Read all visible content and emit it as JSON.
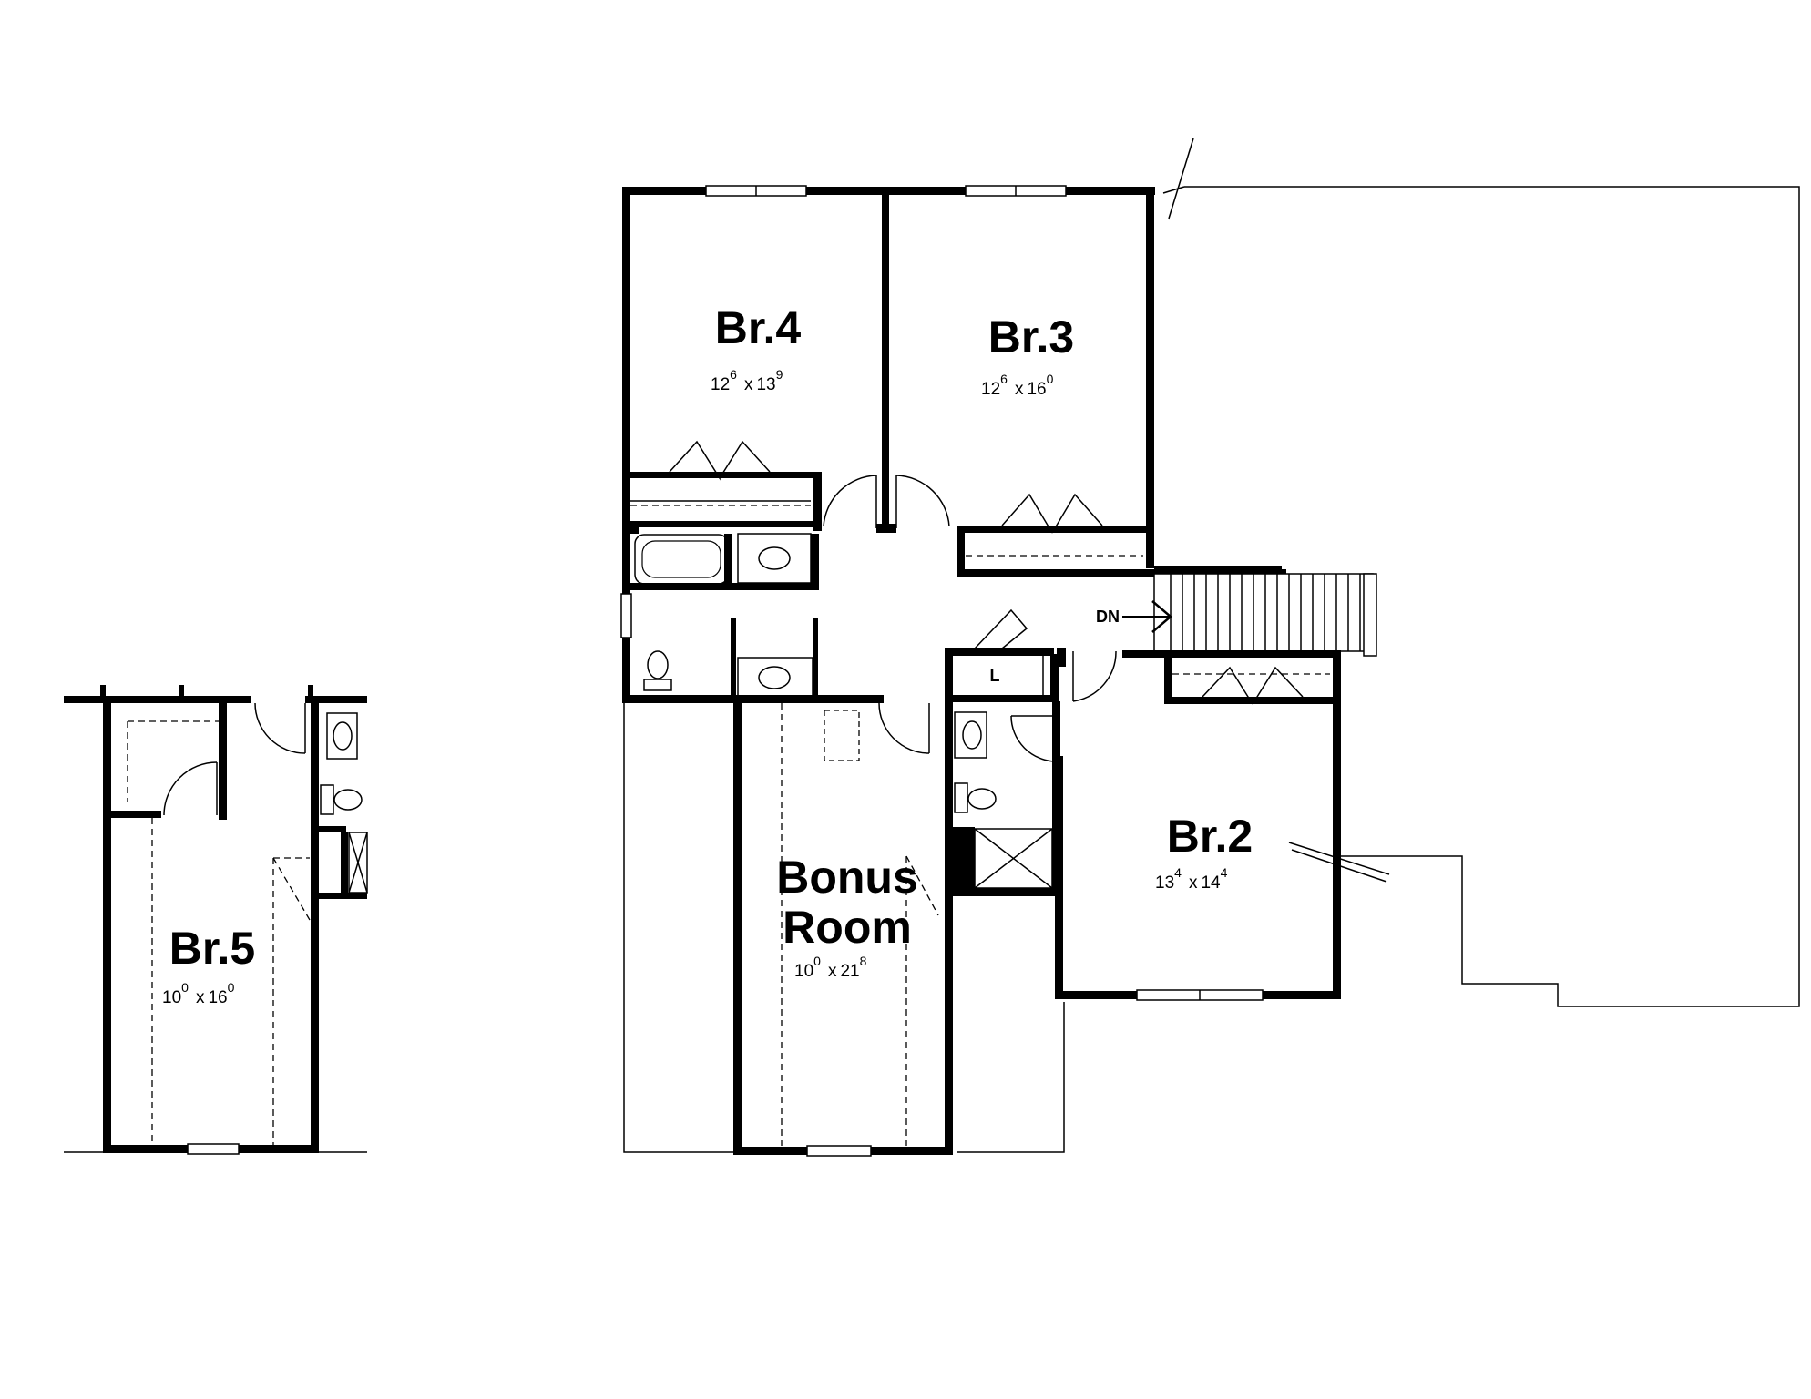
{
  "plan": {
    "rooms": [
      {
        "id": "br4",
        "name": "Br.4",
        "dim_w": "12",
        "dim_w_sup": "6",
        "dim_l": "13",
        "dim_l_sup": "9"
      },
      {
        "id": "br3",
        "name": "Br.3",
        "dim_w": "12",
        "dim_w_sup": "6",
        "dim_l": "16",
        "dim_l_sup": "0"
      },
      {
        "id": "br2",
        "name": "Br.2",
        "dim_w": "13",
        "dim_w_sup": "4",
        "dim_l": "14",
        "dim_l_sup": "4"
      },
      {
        "id": "bonus",
        "name_line1": "Bonus",
        "name_line2": "Room",
        "dim_w": "10",
        "dim_w_sup": "0",
        "dim_l": "21",
        "dim_l_sup": "8"
      },
      {
        "id": "br5",
        "name": "Br.5",
        "dim_w": "10",
        "dim_w_sup": "0",
        "dim_l": "16",
        "dim_l_sup": "0"
      }
    ],
    "labels": {
      "stairs": "DN",
      "linen": "L",
      "times": "x"
    }
  }
}
